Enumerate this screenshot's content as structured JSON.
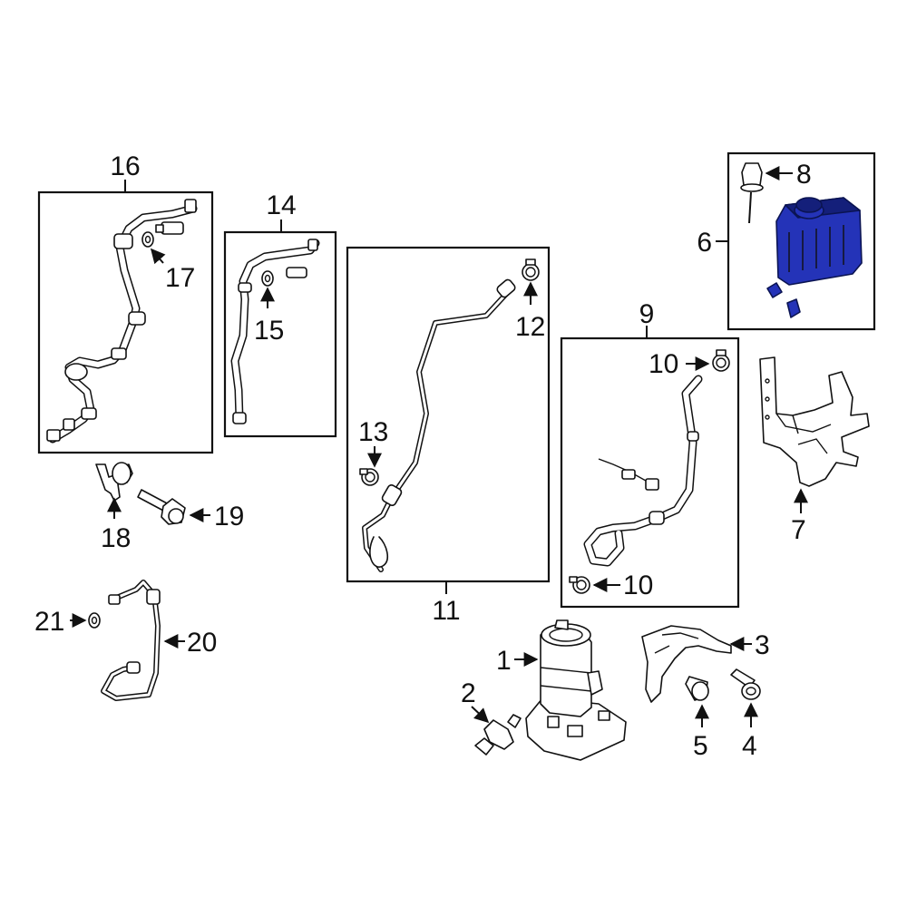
{
  "colors": {
    "highlight": "#2433b8",
    "highlight_dark": "#141f7a",
    "line": "#111111",
    "background": "#ffffff"
  },
  "callouts": {
    "c1": "1",
    "c2": "2",
    "c3": "3",
    "c4": "4",
    "c5": "5",
    "c6": "6",
    "c7": "7",
    "c8": "8",
    "c9": "9",
    "c10a": "10",
    "c10b": "10",
    "c11": "11",
    "c12": "12",
    "c13": "13",
    "c14": "14",
    "c15": "15",
    "c16": "16",
    "c17": "17",
    "c18": "18",
    "c19": "19",
    "c20": "20",
    "c21": "21"
  }
}
